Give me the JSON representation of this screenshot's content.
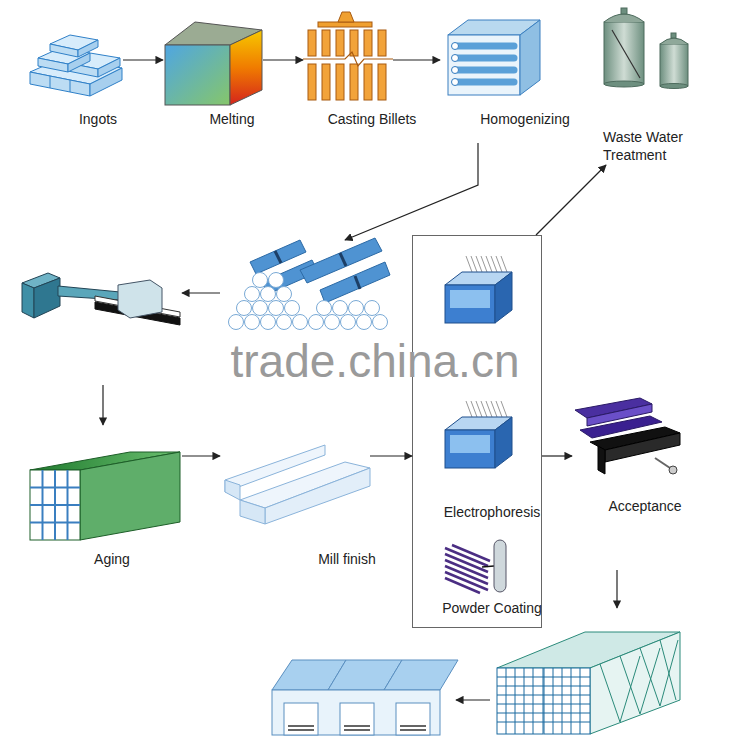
{
  "diagram": {
    "nodes": [
      {
        "text": [
          "Ingots"
        ]
      },
      {
        "text": [
          "Melting"
        ]
      },
      {
        "text": [
          "Casting Billets"
        ]
      },
      {
        "text": [
          "Homogenizing"
        ]
      },
      {
        "text": [
          "Waste Water Treatment"
        ]
      },
      {
        "text": [
          "Aging"
        ]
      },
      {
        "text": [
          "Mill finish"
        ]
      },
      {
        "text": []
      },
      {
        "text": [
          "Electrophoresis"
        ],
        "in": 7
      },
      {
        "text": [
          "Powder Coating"
        ],
        "in": 7
      },
      {
        "text": [
          "Acceptance"
        ]
      }
    ],
    "edges": [
      {
        "from": 0,
        "to": 1,
        "arrow": "to"
      },
      {
        "from": 1,
        "to": 2,
        "arrow": "to"
      },
      {
        "from": 2,
        "to": 3,
        "arrow": "to"
      },
      {
        "from": 7,
        "to": 4,
        "arrow": "to"
      },
      {
        "from": 5,
        "to": 6,
        "arrow": "to"
      },
      {
        "from": 6,
        "to": 7,
        "arrow": "to"
      },
      {
        "from": 7,
        "to": 10,
        "arrow": "to"
      }
    ],
    "labels": [
      "trade.china.cn"
    ]
  }
}
